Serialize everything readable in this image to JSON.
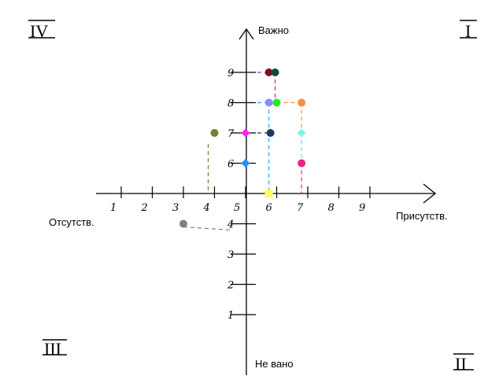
{
  "quadrants": {
    "top_left": "IV",
    "top_right": "I",
    "bottom_left": "III",
    "bottom_right": "II"
  },
  "axes": {
    "y_top_label": "Важно",
    "y_bottom_label": "Не вано",
    "x_right_label": "Присутств.",
    "x_left_label": "Отсутств."
  },
  "chart_data": {
    "type": "scatter",
    "x_ticks": [
      "1",
      "2",
      "3",
      "4",
      "5",
      "6",
      "7",
      "8",
      "9"
    ],
    "y_ticks_upper": [
      "6",
      "7",
      "8",
      "9"
    ],
    "y_ticks_lower": [
      "4",
      "3",
      "2",
      "1"
    ],
    "points": [
      {
        "x": 5.75,
        "y": 9.0,
        "color": "#7b1020"
      },
      {
        "x": 5.95,
        "y": 9.0,
        "color": "#0f4a40"
      },
      {
        "x": 5.75,
        "y": 8.0,
        "color": "#8a8cff"
      },
      {
        "x": 6.0,
        "y": 8.0,
        "color": "#22ee22"
      },
      {
        "x": 6.8,
        "y": 8.0,
        "color": "#ff8c40"
      },
      {
        "x": 5.0,
        "y": 7.0,
        "color": "#ff22ff"
      },
      {
        "x": 5.8,
        "y": 7.0,
        "color": "#1a3a6a"
      },
      {
        "x": 6.8,
        "y": 7.0,
        "color": "#80f0f0"
      },
      {
        "x": 4.0,
        "y": 7.0,
        "color": "#7a7a3a"
      },
      {
        "x": 5.0,
        "y": 6.0,
        "color": "#2a8cff"
      },
      {
        "x": 6.8,
        "y": 6.0,
        "color": "#ee2288"
      },
      {
        "x": 5.75,
        "y": 5.0,
        "color": "#ffff66"
      },
      {
        "x": 3.0,
        "y": 4.0,
        "color": "#808080"
      }
    ]
  }
}
